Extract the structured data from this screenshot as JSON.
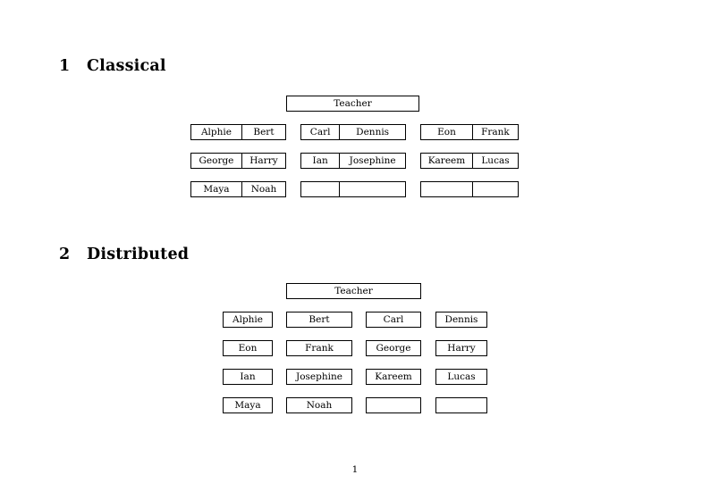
{
  "document": {
    "page_number": "1",
    "sections": [
      {
        "number": "1",
        "title": "Classical",
        "teacher_label": "Teacher",
        "layout": "paired",
        "rows": [
          {
            "groups": [
              {
                "cells": [
                  "Alphie",
                  "Bert"
                ]
              },
              {
                "cells": [
                  "Carl",
                  "Dennis"
                ]
              },
              {
                "cells": [
                  "Eon",
                  "Frank"
                ]
              }
            ]
          },
          {
            "groups": [
              {
                "cells": [
                  "George",
                  "Harry"
                ]
              },
              {
                "cells": [
                  "Ian",
                  "Josephine"
                ]
              },
              {
                "cells": [
                  "Kareem",
                  "Lucas"
                ]
              }
            ]
          },
          {
            "groups": [
              {
                "cells": [
                  "Maya",
                  "Noah"
                ]
              },
              {
                "cells": [
                  "",
                  ""
                ]
              },
              {
                "cells": [
                  "",
                  ""
                ]
              }
            ]
          }
        ]
      },
      {
        "number": "2",
        "title": "Distributed",
        "teacher_label": "Teacher",
        "layout": "single",
        "rows": [
          {
            "cells": [
              "Alphie",
              "Bert",
              "Carl",
              "Dennis"
            ]
          },
          {
            "cells": [
              "Eon",
              "Frank",
              "George",
              "Harry"
            ]
          },
          {
            "cells": [
              "Ian",
              "Josephine",
              "Kareem",
              "Lucas"
            ]
          },
          {
            "cells": [
              "Maya",
              "Noah",
              "",
              ""
            ]
          }
        ]
      }
    ]
  },
  "colors": {
    "page_background": "#ffffff",
    "text": "#000000",
    "box_border": "#000000",
    "box_fill": "#ffffff"
  }
}
